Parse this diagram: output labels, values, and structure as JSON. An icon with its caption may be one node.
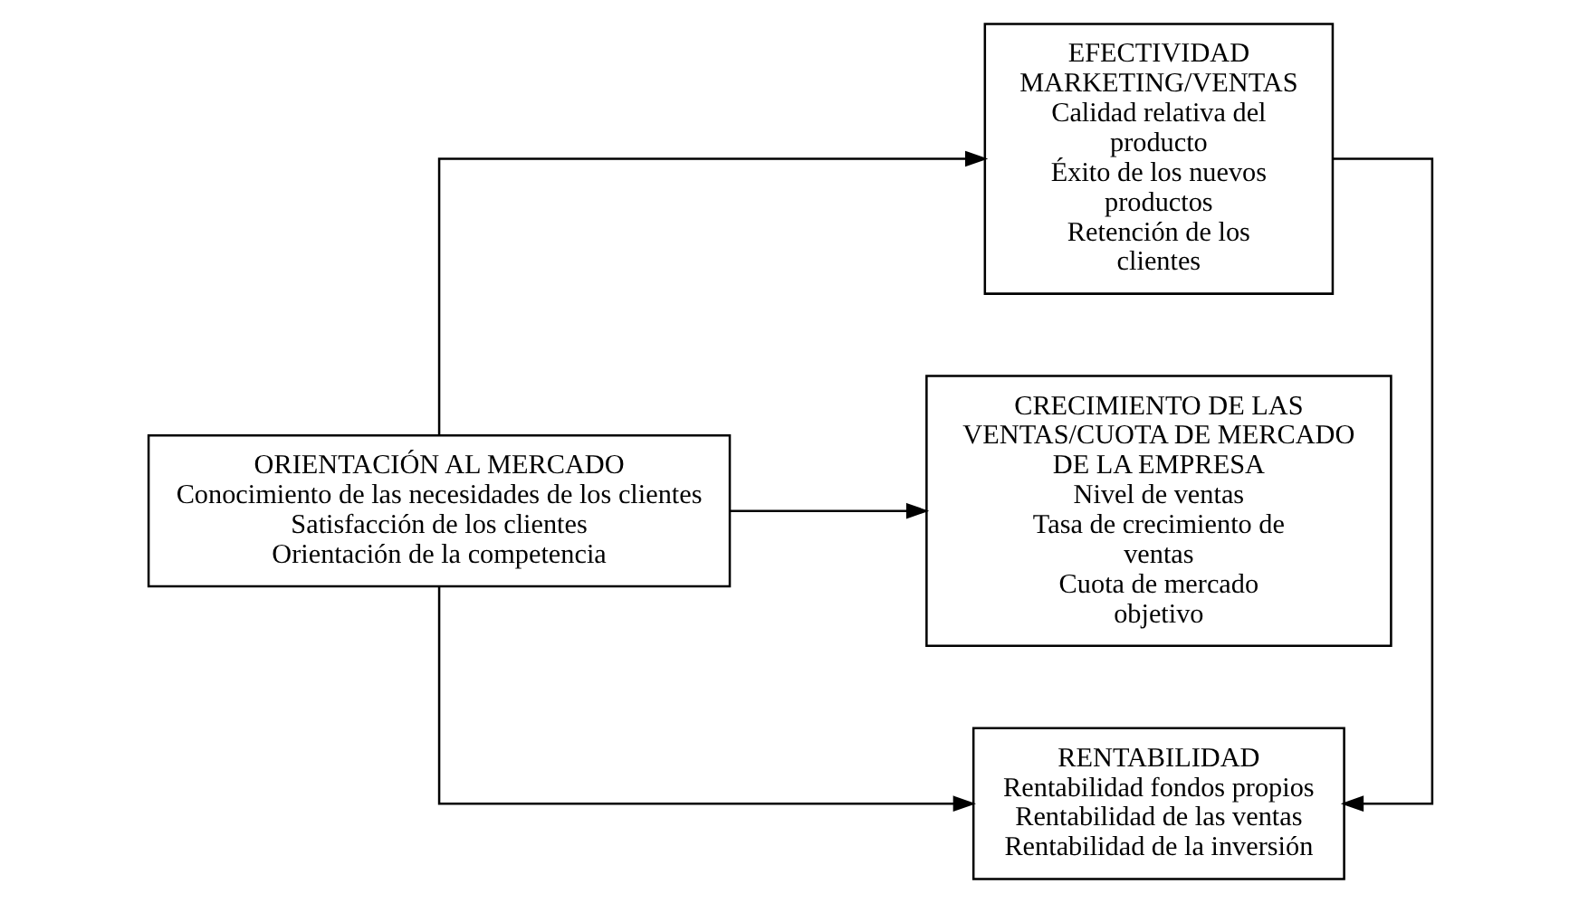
{
  "diagram": {
    "nodes": [
      {
        "text": [
          "ORIENTACIÓN AL MERCADO",
          "Conocimiento de las necesidades de los clientes",
          "Satisfacción de los clientes",
          "Orientación de la competencia"
        ]
      },
      {
        "text": [
          "EFECTIVIDAD MARKETING/VENTAS",
          "Calidad relativa del producto",
          "Éxito de los nuevos productos",
          "Retención de los clientes"
        ]
      },
      {
        "text": [
          "CRECIMIENTO DE LAS VENTAS/CUOTA DE MERCADO DE LA EMPRESA",
          "Nivel de ventas",
          "Tasa de crecimiento de ventas",
          "Cuota de mercado objetivo"
        ]
      },
      {
        "text": [
          "RENTABILIDAD",
          "Rentabilidad fondos propios",
          "Rentabilidad de las ventas",
          "Rentabilidad de la inversión"
        ]
      }
    ],
    "edges": [
      {
        "from": 0,
        "to": 1,
        "arrow": "to"
      },
      {
        "from": 0,
        "to": 2,
        "arrow": "to"
      },
      {
        "from": 0,
        "to": 3,
        "arrow": "to"
      },
      {
        "from": 1,
        "to": 3,
        "arrow": "to"
      }
    ]
  }
}
